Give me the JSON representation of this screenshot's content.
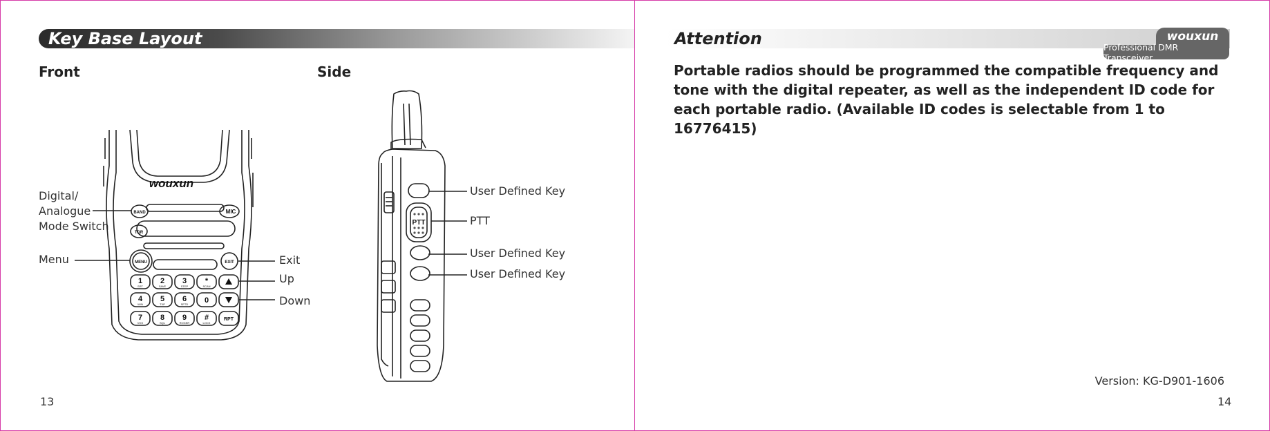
{
  "left_page": {
    "banner_title": "Key Base Layout",
    "front_label": "Front",
    "side_label": "Side",
    "front_callouts": {
      "mode_switch_line1": "Digital/",
      "mode_switch_line2": "Analogue",
      "mode_switch_line3": "Mode Switch",
      "menu": "Menu",
      "exit": "Exit",
      "up": "Up",
      "down": "Down"
    },
    "side_callouts": {
      "user_key_1": "User Defined Key",
      "ptt": "PTT",
      "user_key_2": "User Defined Key",
      "user_key_3": "User Defined Key"
    },
    "radio_front": {
      "brand": "wouxun",
      "keys": {
        "band": "BAND",
        "mic": "MIC",
        "tdr": "TDR",
        "menu": "MENU",
        "exit": "EXIT",
        "rpt": "RPT",
        "row1": [
          "1",
          "2",
          "3",
          "*"
        ],
        "row1_sub": [
          "SRT",
          "SAVE",
          "STEP",
          "SCAN"
        ],
        "row2": [
          "4",
          "5",
          "6",
          "0"
        ],
        "row2_sub": [
          "W/N",
          "TXP",
          "SFTD",
          ""
        ],
        "row3": [
          "7",
          "8",
          "9",
          "#"
        ],
        "row3_sub": [
          "VOX",
          "SQL",
          "ROGER",
          "LOCK"
        ]
      }
    },
    "radio_side": {
      "ptt": "PTT"
    },
    "page_number": "13"
  },
  "right_page": {
    "banner_title": "Attention",
    "logo_brand": "wouxun",
    "logo_tagline": "Professional DMR Transceiver",
    "attention_text": "Portable radios should be programmed the compatible frequency and tone with the digital repeater, as well as the independent ID code for each portable radio. (Available ID codes is selectable from 1 to 16776415)",
    "version": "Version: KG-D901-1606",
    "page_number": "14"
  }
}
